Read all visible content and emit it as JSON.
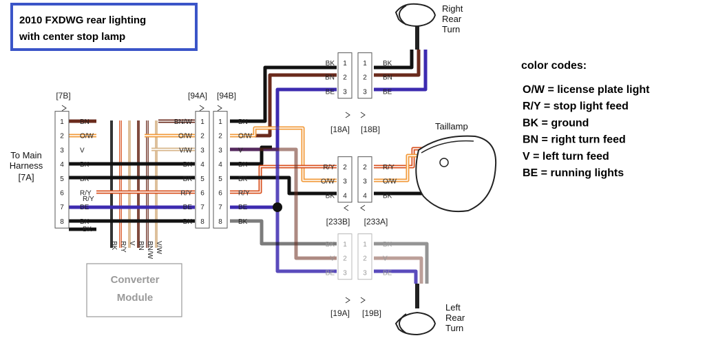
{
  "title": {
    "line1": "2010 FXDWG rear lighting",
    "line2": "with center stop lamp"
  },
  "legend": {
    "heading": "color codes:",
    "items": [
      "O/W = license plate light",
      "R/Y = stop light feed",
      "BK = ground",
      "BN = right turn feed",
      "V = left turn feed",
      "BE = running lights"
    ]
  },
  "main_harness": {
    "line1": "To Main",
    "line2": "Harness",
    "line3": "[7A]"
  },
  "converter": {
    "line1": "Converter",
    "line2": "Module",
    "wire_labels": [
      "BK",
      "R/Y",
      "V",
      "BN",
      "BN/W",
      "V/W"
    ]
  },
  "lamps": {
    "right_rear": {
      "line1": "Right",
      "line2": "Rear",
      "line3": "Turn"
    },
    "left_rear": {
      "line1": "Left",
      "line2": "Rear",
      "line3": "Turn"
    },
    "taillamp": "Taillamp"
  },
  "colors": {
    "BK": "#111111",
    "BN": "#6a2a1c",
    "BE": "#3d2bb0",
    "V": "#555555",
    "O/W": "#f29a3a",
    "R/Y": "#d8501e",
    "title_border": "#3b55c8"
  },
  "connectors": {
    "c7b": {
      "ref": "[7B]",
      "pins": [
        "1",
        "2",
        "3",
        "4",
        "5",
        "6",
        "7",
        "8"
      ],
      "wires": [
        "BN",
        "O/W",
        "V",
        "BK",
        "BK",
        "R/Y",
        "BE",
        "BK"
      ],
      "extra_labels": [
        "R/Y",
        "BK"
      ]
    },
    "c94a": {
      "ref": "[94A]",
      "pins": [
        "1",
        "2",
        "3",
        "4",
        "5",
        "6",
        "7",
        "8"
      ],
      "wires": [
        "BN/W",
        "O/W",
        "V/W",
        "BK",
        "BK",
        "R/Y",
        "BE",
        "BK"
      ]
    },
    "c94b": {
      "ref": "[94B]",
      "pins": [
        "1",
        "2",
        "3",
        "4",
        "5",
        "6",
        "7",
        "8"
      ],
      "wires": [
        "BN",
        "O/W",
        "V",
        "BK",
        "BK",
        "R/Y",
        "BE",
        "BK"
      ]
    },
    "c18a": {
      "ref": "[18A]",
      "pins": [
        "1",
        "2",
        "3"
      ],
      "wires": [
        "BK",
        "BN",
        "BE"
      ]
    },
    "c18b": {
      "ref": "[18B]",
      "pins": [
        "1",
        "2",
        "3"
      ],
      "wires": [
        "BK",
        "BN",
        "BE"
      ]
    },
    "c233b": {
      "ref": "[233B]",
      "pins": [
        "2",
        "3",
        "4"
      ],
      "wires": [
        "R/Y",
        "O/W",
        "BK"
      ]
    },
    "c233a": {
      "ref": "[233A]",
      "pins": [
        "2",
        "3",
        "4"
      ],
      "wires": [
        "R/Y",
        "O/W",
        "BK"
      ]
    },
    "c19a": {
      "ref": "[19A]",
      "pins": [
        "1",
        "2",
        "3"
      ],
      "wires": [
        "BK",
        "V",
        "BE"
      ]
    },
    "c19b": {
      "ref": "[19B]",
      "pins": [
        "1",
        "2",
        "3"
      ],
      "wires": [
        "BK",
        "V",
        "BE"
      ]
    }
  }
}
